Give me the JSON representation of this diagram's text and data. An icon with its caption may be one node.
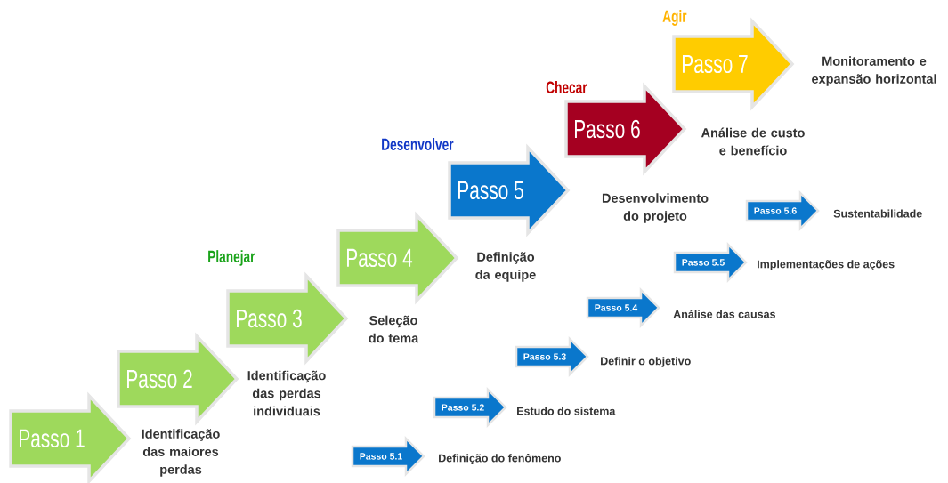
{
  "diagram": {
    "nodes": [
      {
        "text": [
          "Passo 1"
        ],
        "beside": [
          "Identificação das maiores perdas"
        ]
      },
      {
        "text": [
          "Passo 2"
        ],
        "beside": [
          "Identificação das perdas individuais"
        ]
      },
      {
        "text": [
          "Passo 3"
        ],
        "beside": [
          "Seleção do tema"
        ]
      },
      {
        "text": [
          "Passo 4"
        ],
        "beside": [
          "Definição da equipe"
        ]
      },
      {
        "text": [
          "Passo 5"
        ],
        "beside": [
          "Desenvolvimento do projeto"
        ]
      },
      {
        "text": [
          "Passo 6"
        ],
        "beside": [
          "Análise de custo e benefício"
        ]
      },
      {
        "text": [
          "Passo 7"
        ],
        "beside": [
          "Monitoramento e expansão horizontal"
        ]
      },
      {
        "text": [
          "Passo 5.1"
        ],
        "beside": [
          "Definição do fenômeno"
        ]
      },
      {
        "text": [
          "Passo 5.2"
        ],
        "beside": [
          "Estudo do sistema"
        ]
      },
      {
        "text": [
          "Passo 5.3"
        ],
        "beside": [
          "Definir o objetivo"
        ]
      },
      {
        "text": [
          "Passo 5.4"
        ],
        "beside": [
          "Análise das causas"
        ]
      },
      {
        "text": [
          "Passo 5.5"
        ],
        "beside": [
          "Implementações de ações"
        ]
      },
      {
        "text": [
          "Passo 5.6"
        ],
        "beside": [
          "Sustentabilidade"
        ]
      }
    ],
    "labels": [
      "Agir",
      "Checar",
      "Desenvolver",
      "Planejar"
    ]
  }
}
